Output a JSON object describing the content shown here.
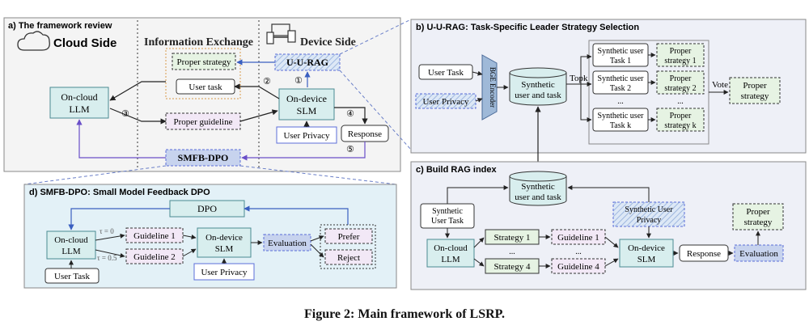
{
  "colors": {
    "teal_fill": "#d8eeee",
    "teal_stroke": "#4a8a92",
    "green_fill": "#e6f3e3",
    "purple_fill": "#f2e8f6",
    "blue_box_fill": "#c7d3ee",
    "blue_stroke": "#5b6ed8",
    "panel_d_fill": "#e3f1f7",
    "panel_bc_fill": "#eef0f7",
    "panel_a_fill": "#f4f4f4",
    "arrow_purple": "#6a4fc8",
    "arrow_blue": "#3a5fc0",
    "encoder_fill": "#9fb9d8"
  },
  "panel_a": {
    "title": "a) The framework review",
    "cloud_side": "Cloud Side",
    "info_exchange": "Information Exchange",
    "device_side": "Device Side",
    "proper_strategy": "Proper strategy",
    "uurag": "U-U-RAG",
    "user_task": "User task",
    "oncloud_llm_1": "On-cloud",
    "oncloud_llm_2": "LLM",
    "ondevice_slm_1": "On-device",
    "ondevice_slm_2": "SLM",
    "proper_guideline": "Proper guideline",
    "user_privacy": "User Privacy",
    "response": "Response",
    "smfb_dpo": "SMFB-DPO",
    "step1": "①",
    "step2": "②",
    "step3": "③",
    "step4": "④",
    "step5": "⑤",
    "cloud_icon": "cloud-icon",
    "devices_icon": "devices-icon"
  },
  "panel_b": {
    "title": "b) U-U-RAG: Task-Specific Leader Strategy Selection",
    "user_task": "User Task",
    "user_privacy": "User Privacy",
    "encoder": "BGE Encoder",
    "synth_1": "Synthetic",
    "synth_2": "user and task",
    "topk": "Topk",
    "tasks": [
      {
        "line1": "Synthetic user",
        "line2": "Task 1",
        "s1": "Proper",
        "s2": "strategy 1"
      },
      {
        "line1": "Synthetic user",
        "line2": "Task 2",
        "s1": "Proper",
        "s2": "strategy 2"
      },
      {
        "line1": "Synthetic user",
        "line2": "Task k",
        "s1": "Proper",
        "s2": "strategy k"
      }
    ],
    "ellipsis": "...",
    "vote": "Vote",
    "proper_1": "Proper",
    "proper_2": "strategy"
  },
  "panel_c": {
    "title": "c) Build RAG index",
    "synth_1": "Synthetic",
    "synth_2": "user and task",
    "synth_user_task_1": "Synthetic",
    "synth_user_task_2": "User Task",
    "synth_user_privacy_1": "Synthetic User",
    "synth_user_privacy_2": "Privacy",
    "oncloud_1": "On-cloud",
    "oncloud_2": "LLM",
    "strategy_1": "Strategy 1",
    "strategy_4": "Strategy 4",
    "guideline_1": "Guideline 1",
    "guideline_4": "Guideline 4",
    "ellipsis": "...",
    "ondevice_1": "On-device",
    "ondevice_2": "SLM",
    "response": "Response",
    "evaluation": "Evaluation",
    "proper_1": "Proper",
    "proper_2": "strategy"
  },
  "panel_d": {
    "title": "d) SMFB-DPO: Small Model Feedback DPO",
    "dpo": "DPO",
    "oncloud_1": "On-cloud",
    "oncloud_2": "LLM",
    "tau0": "τ = 0",
    "tau05": "τ = 0.5",
    "guideline_1": "Guideline 1",
    "guideline_2": "Guideline 2",
    "ondevice_1": "On-device",
    "ondevice_2": "SLM",
    "evaluation": "Evaluation",
    "prefer": "Prefer",
    "reject": "Reject",
    "user_task": "User Task",
    "user_privacy": "User Privacy"
  },
  "caption": "Figure 2: Main framework of LSRP."
}
